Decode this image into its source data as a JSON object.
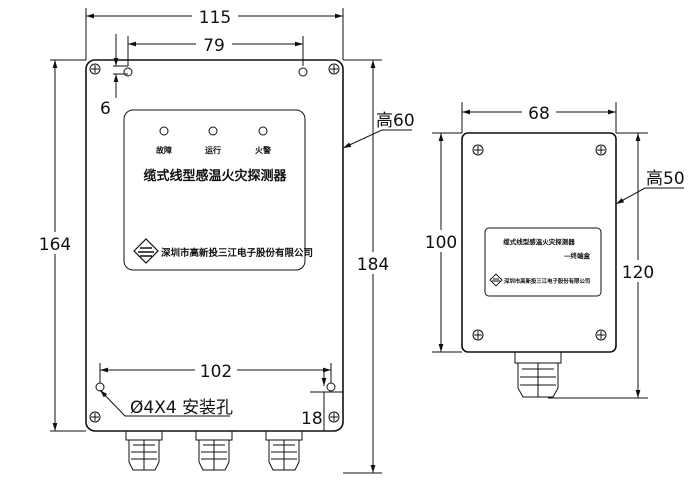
{
  "left_view": {
    "dims": {
      "width_total": "115",
      "hole_spacing_top": "79",
      "hole_offset": "6",
      "height_total": "164",
      "height_with_glands": "184",
      "depth": "高60",
      "hole_spacing_bottom": "102",
      "bottom_offset": "18"
    },
    "label_panel": {
      "indicators": [
        "故障",
        "运行",
        "火警"
      ],
      "product_title": "缆式线型感温火灾探测器",
      "company": "深圳市高新投三江电子股份有限公司"
    },
    "mounting_note": "Ø4X4 安装孔"
  },
  "right_view": {
    "dims": {
      "width": "68",
      "depth": "高50",
      "height": "100",
      "height_with_gland": "120"
    },
    "label": {
      "title": "缆式线型感温火灾探测器",
      "subtitle": "—终端盒",
      "company": "深圳市高新投三江电子股份有限公司"
    }
  }
}
